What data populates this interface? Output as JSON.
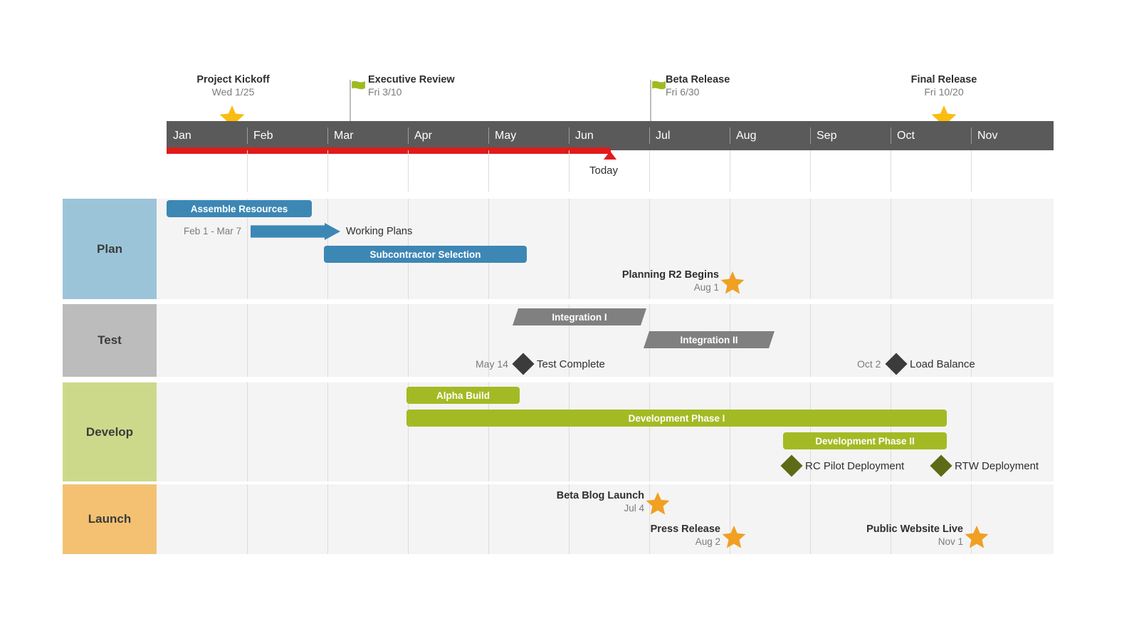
{
  "colors": {
    "header_bg": "#5a5a5a",
    "progress_red": "#e01b1b",
    "lane_body": "#f4f4f4",
    "plan_label": "#9cc4d9",
    "test_label": "#bcbcbc",
    "develop_label": "#cdd98a",
    "launch_label": "#f4c172",
    "plan_bar": "#3d87b5",
    "test_bar": "#808080",
    "develop_bar": "#a4ba24",
    "star_yellow": "#fbbc11",
    "star_orange": "#f0a022",
    "flag_green": "#9dbb21",
    "diamond_dark": "#3b3b3b",
    "diamond_olive": "#5d6b16",
    "grid": "#dcdcdc"
  },
  "timeline": {
    "months": [
      "Jan",
      "Feb",
      "Mar",
      "Apr",
      "May",
      "Jun",
      "Jul",
      "Aug",
      "Sep",
      "Oct",
      "Nov"
    ],
    "today_label": "Today"
  },
  "top_milestones": [
    {
      "title": "Project Kickoff",
      "date": "Wed 1/25",
      "marker": "star-icon",
      "align": "center"
    },
    {
      "title": "Executive Review",
      "date": "Fri 3/10",
      "marker": "flag-icon",
      "align": "left"
    },
    {
      "title": "Beta Release",
      "date": "Fri 6/30",
      "marker": "flag-icon",
      "align": "left"
    },
    {
      "title": "Final Release",
      "date": "Fri 10/20",
      "marker": "star-icon",
      "align": "center"
    }
  ],
  "lanes": [
    {
      "name": "Plan",
      "bars": [
        {
          "label": "Assemble Resources",
          "style": "rounded",
          "label_pos": "inside"
        },
        {
          "label": "Working Plans",
          "style": "arrow",
          "label_pos": "outside-right",
          "date": "Feb 1 - Mar 7"
        },
        {
          "label": "Subcontractor Selection",
          "style": "rounded",
          "label_pos": "inside"
        }
      ],
      "milestones": [
        {
          "title": "Planning R2 Begins",
          "date": "Aug 1",
          "marker": "star-icon"
        }
      ]
    },
    {
      "name": "Test",
      "bars": [
        {
          "label": "Integration I",
          "style": "chevron",
          "label_pos": "inside"
        },
        {
          "label": "Integration II",
          "style": "chevron",
          "label_pos": "inside"
        }
      ],
      "milestones": [
        {
          "title": "Test Complete",
          "date": "May 14",
          "marker": "diamond-icon"
        },
        {
          "title": "Load Balance",
          "date": "Oct 2",
          "marker": "diamond-icon"
        }
      ]
    },
    {
      "name": "Develop",
      "bars": [
        {
          "label": "Alpha Build",
          "style": "rounded",
          "label_pos": "inside"
        },
        {
          "label": "Development Phase I",
          "style": "rounded",
          "label_pos": "inside"
        },
        {
          "label": "Development Phase II",
          "style": "rounded",
          "label_pos": "inside"
        }
      ],
      "milestones": [
        {
          "title": "RC Pilot Deployment",
          "date": "",
          "marker": "diamond-icon"
        },
        {
          "title": "RTW Deployment",
          "date": "",
          "marker": "diamond-icon"
        }
      ]
    },
    {
      "name": "Launch",
      "bars": [],
      "milestones": [
        {
          "title": "Beta Blog Launch",
          "date": "Jul 4",
          "marker": "star-icon"
        },
        {
          "title": "Press Release",
          "date": "Aug 2",
          "marker": "star-icon"
        },
        {
          "title": "Public Website Live",
          "date": "Nov 1",
          "marker": "star-icon"
        }
      ]
    }
  ],
  "chart_data": {
    "type": "table",
    "title": "Project Gantt Timeline",
    "categories": [
      "Jan",
      "Feb",
      "Mar",
      "Apr",
      "May",
      "Jun",
      "Jul",
      "Aug",
      "Sep",
      "Oct",
      "Nov"
    ],
    "series": [
      {
        "name": "Assemble Resources",
        "lane": "Plan",
        "start": "Jan",
        "end": "Feb"
      },
      {
        "name": "Working Plans",
        "lane": "Plan",
        "start": "Feb 1",
        "end": "Mar 7"
      },
      {
        "name": "Subcontractor Selection",
        "lane": "Plan",
        "start": "Mar",
        "end": "May"
      },
      {
        "name": "Integration I",
        "lane": "Test",
        "start": "May",
        "end": "Jul"
      },
      {
        "name": "Integration II",
        "lane": "Test",
        "start": "Jun",
        "end": "Aug"
      },
      {
        "name": "Alpha Build",
        "lane": "Develop",
        "start": "Apr",
        "end": "May"
      },
      {
        "name": "Development Phase I",
        "lane": "Develop",
        "start": "Apr",
        "end": "Oct"
      },
      {
        "name": "Development Phase II",
        "lane": "Develop",
        "start": "Aug",
        "end": "Oct"
      }
    ]
  }
}
